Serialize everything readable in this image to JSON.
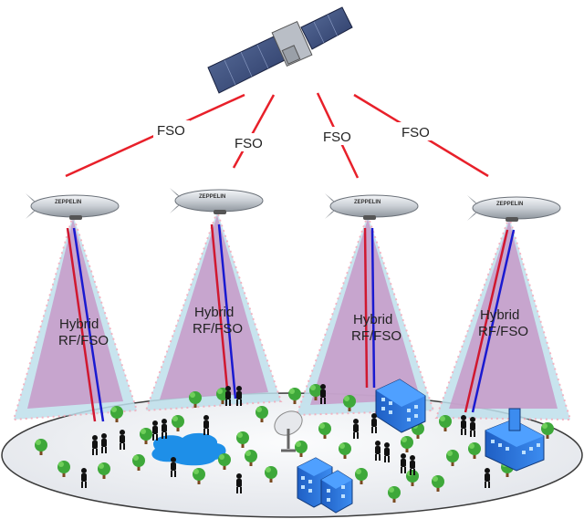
{
  "links": {
    "fso_labels": [
      "FSO",
      "FSO",
      "FSO",
      "FSO"
    ]
  },
  "platforms": [
    {
      "airship_text": "ZEPPELIN",
      "beam_label_line1": "Hybrid",
      "beam_label_line2": "RF/FSO"
    },
    {
      "airship_text": "ZEPPELIN",
      "beam_label_line1": "Hybrid",
      "beam_label_line2": "RF/FSO"
    },
    {
      "airship_text": "ZEPPELIN",
      "beam_label_line1": "Hybrid",
      "beam_label_line2": "RF/FSO"
    },
    {
      "airship_text": "ZEPPELIN",
      "beam_label_line1": "Hybrid",
      "beam_label_line2": "RF/FSO"
    }
  ],
  "colors": {
    "fso_link": "#e8202a",
    "rf_line": "#d01830",
    "fso_line": "#1a1ad0",
    "beam_outer": "#bfe0ec",
    "beam_inner": "#c79ac8",
    "ground": "#eef0f4",
    "tree": "#3ea83a",
    "building": "#2a6fd6",
    "lake": "#1e8fe8"
  },
  "icons": {
    "satellite": "satellite-icon",
    "airship": "airship-icon",
    "tree": "tree-icon",
    "person": "person-icon",
    "building": "building-icon",
    "dish": "satellite-dish-icon",
    "lake": "lake-icon"
  }
}
